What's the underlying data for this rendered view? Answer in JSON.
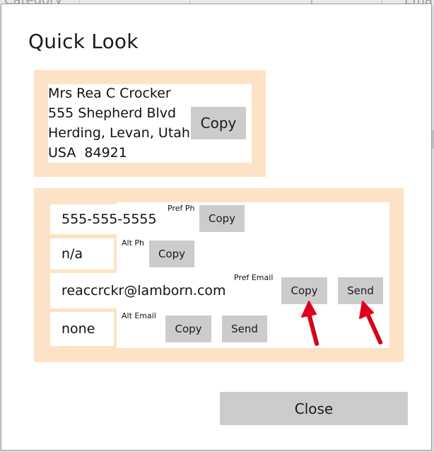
{
  "background": {
    "left_fragment": "Category",
    "right_fragment": "Ema"
  },
  "dialog": {
    "title": "Quick Look"
  },
  "address": {
    "lines": [
      "Mrs Rea C Crocker",
      "555 Shepherd Blvd",
      "Herding, Levan, Utah",
      "USA  84921"
    ],
    "copy_label": "Copy"
  },
  "contacts": {
    "pref_phone": {
      "label": "Pref Ph",
      "value": "555-555-5555",
      "copy_label": "Copy"
    },
    "alt_phone": {
      "label": "Alt Ph",
      "value": "n/a",
      "copy_label": "Copy"
    },
    "pref_email": {
      "label": "Pref Email",
      "value": "reaccrckr@lamborn.com",
      "copy_label": "Copy",
      "send_label": "Send"
    },
    "alt_email": {
      "label": "Alt Email",
      "value": "none",
      "copy_label": "Copy",
      "send_label": "Send"
    }
  },
  "footer": {
    "close_label": "Close"
  },
  "colors": {
    "panel": "#fde3c5",
    "button": "#cccccc",
    "arrow": "#e0001b"
  },
  "icons": [
    "red-arrow-icon"
  ]
}
